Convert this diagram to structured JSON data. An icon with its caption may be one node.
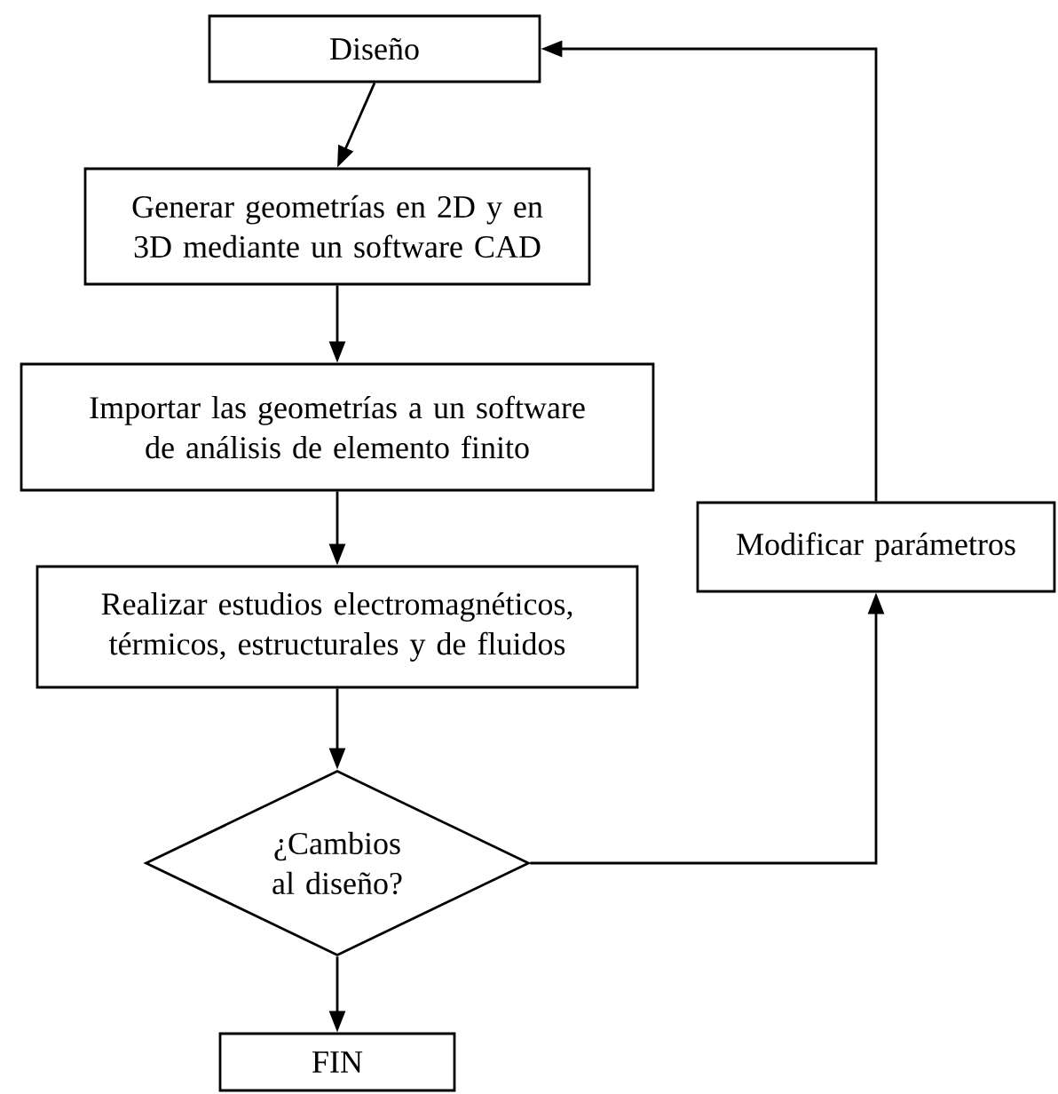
{
  "diagram": {
    "nodes": [
      {
        "text": [
          "Diseño"
        ]
      },
      {
        "text": [
          "Generar geometrías en 2D y en 3D mediante un software CAD"
        ]
      },
      {
        "text": [
          "Importar las geometrías a un software de análisis de elemento finito"
        ]
      },
      {
        "text": [
          "Modificar parámetros"
        ]
      },
      {
        "text": [
          "Realizar estudios electromagnéticos, térmicos, estructurales y de fluidos"
        ]
      },
      {
        "text": [
          "¿Cambios al diseño?"
        ]
      },
      {
        "text": [
          "FIN"
        ]
      }
    ],
    "edges": [
      {
        "from": 0,
        "to": 1,
        "arrow": "to"
      },
      {
        "from": 1,
        "to": 2,
        "arrow": "to"
      },
      {
        "from": 2,
        "to": 4,
        "arrow": "to"
      },
      {
        "from": 4,
        "to": 5,
        "arrow": "to"
      },
      {
        "from": 5,
        "to": 6,
        "arrow": "to"
      },
      {
        "from": 5,
        "to": 3,
        "arrow": "to"
      },
      {
        "from": 3,
        "to": 0,
        "arrow": "to"
      }
    ]
  }
}
